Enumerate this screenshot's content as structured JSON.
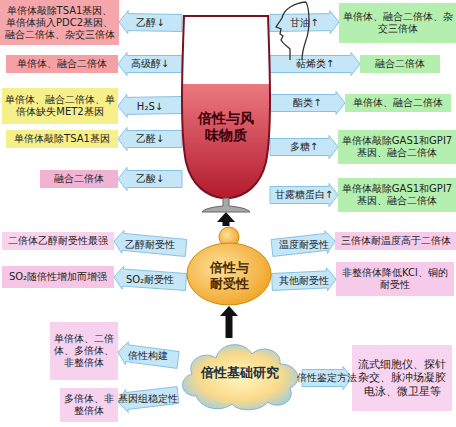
{
  "diagram": {
    "nodes": [
      {
        "text": [
          "倍性与风味物质"
        ]
      },
      {
        "text": [
          "单倍体敲除TSA1基因、单倍体插入PDC2基因、融合二倍体、杂交三倍体"
        ]
      },
      {
        "text": [
          "单倍体、融合二倍体、杂交三倍体"
        ]
      },
      {
        "text": [
          "单倍体、融合二倍体"
        ]
      },
      {
        "text": [
          "融合二倍体"
        ]
      },
      {
        "text": [
          "单倍体、融合二倍体、单倍体缺失MET2基因"
        ]
      },
      {
        "text": [
          "单倍体、融合二倍体"
        ]
      },
      {
        "text": [
          "单倍体敲除TSA1基因"
        ]
      },
      {
        "text": [
          "单倍体敲除GAS1和GPI7基因、融合二倍体"
        ]
      },
      {
        "text": [
          "融合二倍体"
        ]
      },
      {
        "text": [
          "单倍体敲除GAS1和GPI7基因、融合二倍体"
        ]
      },
      {
        "text": [
          "倍性与耐受性"
        ]
      },
      {
        "text": [
          "二倍体乙醇耐受性最强"
        ]
      },
      {
        "text": [
          "三倍体耐温度高于二倍体"
        ]
      },
      {
        "text": [
          "SO₂随倍性增加而增强"
        ]
      },
      {
        "text": [
          "非整倍体降低KCl、铜的耐受性"
        ]
      },
      {
        "text": [
          "倍性基础研究"
        ]
      },
      {
        "text": [
          "单倍体、二倍体、多倍体、非整倍体"
        ]
      },
      {
        "text": [
          "流式细胞仪、探针杂交、脉冲场凝胶电泳、微卫星等"
        ]
      },
      {
        "text": [
          "多倍体、非整倍体"
        ]
      }
    ],
    "edges": [
      {
        "from": 0,
        "to": 1,
        "label": "乙醇↓",
        "arrow": "to"
      },
      {
        "from": 0,
        "to": 2,
        "label": "甘油↑",
        "arrow": "to"
      },
      {
        "from": 0,
        "to": 3,
        "label": "高级醇↓",
        "arrow": "to"
      },
      {
        "from": 0,
        "to": 4,
        "label": "萜烯类↑",
        "arrow": "to"
      },
      {
        "from": 0,
        "to": 5,
        "label": "H₂S↓",
        "arrow": "to"
      },
      {
        "from": 0,
        "to": 6,
        "label": "酯类↑",
        "arrow": "to"
      },
      {
        "from": 0,
        "to": 7,
        "label": "乙醛↓",
        "arrow": "to"
      },
      {
        "from": 0,
        "to": 8,
        "label": "多糖↑",
        "arrow": "to"
      },
      {
        "from": 0,
        "to": 9,
        "label": "乙酸↓",
        "arrow": "to"
      },
      {
        "from": 0,
        "to": 10,
        "label": "甘露糖蛋白↑",
        "arrow": "to"
      },
      {
        "from": 11,
        "to": 12,
        "label": "乙醇耐受性",
        "arrow": "to"
      },
      {
        "from": 11,
        "to": 13,
        "label": "温度耐受性",
        "arrow": "to"
      },
      {
        "from": 11,
        "to": 14,
        "label": "SO₂耐受性",
        "arrow": "to"
      },
      {
        "from": 11,
        "to": 15,
        "label": "其他耐受性",
        "arrow": "to"
      },
      {
        "from": 16,
        "to": 17,
        "label": "倍性构建",
        "arrow": "to"
      },
      {
        "from": 16,
        "to": 18,
        "label": "倍性鉴定方法",
        "arrow": "to"
      },
      {
        "from": 16,
        "to": 19,
        "label": "基因组稳定性",
        "arrow": "to"
      },
      {
        "from": 16,
        "to": 11,
        "arrow": "to"
      },
      {
        "from": 11,
        "to": 0,
        "arrow": "to"
      }
    ]
  }
}
